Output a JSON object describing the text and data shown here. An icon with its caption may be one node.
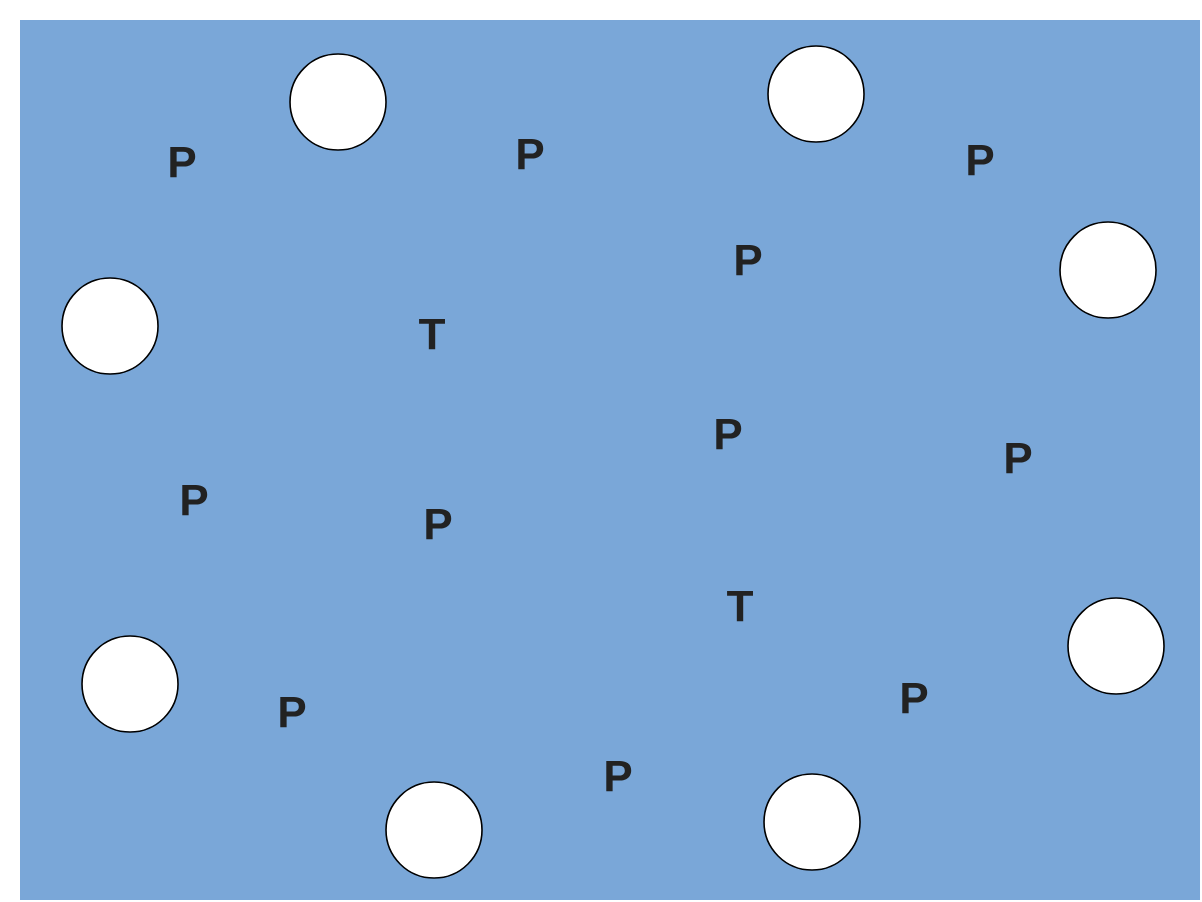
{
  "diagram": {
    "nodes": [
      {
        "text": [],
        "shape": "circle"
      },
      {
        "text": [],
        "shape": "circle"
      },
      {
        "text": [],
        "shape": "circle"
      },
      {
        "text": [],
        "shape": "circle"
      },
      {
        "text": [],
        "shape": "circle"
      },
      {
        "text": [],
        "shape": "circle"
      },
      {
        "text": [],
        "shape": "circle"
      },
      {
        "text": [],
        "shape": "circle"
      }
    ],
    "labels": [
      "P",
      "P",
      "P",
      "P",
      "T",
      "P",
      "P",
      "P",
      "P",
      "T",
      "P",
      "P",
      "P"
    ]
  }
}
